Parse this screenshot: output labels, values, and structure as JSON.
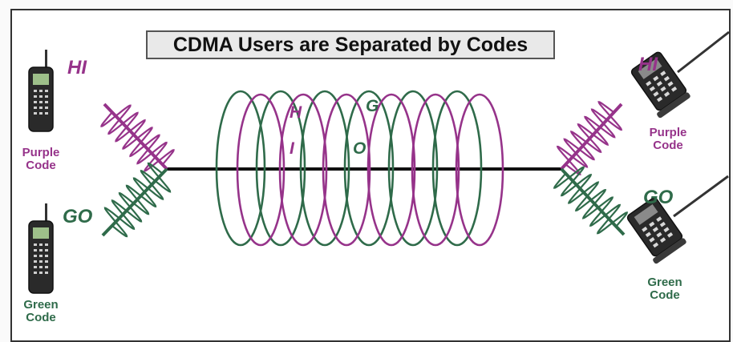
{
  "title": "CDMA Users are Separated by Codes",
  "colors": {
    "purple": "#96338a",
    "green": "#2f6b4a",
    "link": "#111111"
  },
  "left": {
    "purple_phone": {
      "message": "HI",
      "code_line1": "Purple",
      "code_line2": "Code"
    },
    "green_phone": {
      "message": "GO",
      "code_line1": "Green",
      "code_line2": "Code"
    }
  },
  "right": {
    "purple_phone": {
      "message": "HI",
      "code_line1": "Purple",
      "code_line2": "Code"
    },
    "green_phone": {
      "message": "GO",
      "code_line1": "Green",
      "code_line2": "Code"
    }
  },
  "channel_letters": {
    "purple_1": "H",
    "purple_2": "I",
    "green_1": "G",
    "green_2": "O"
  },
  "icons": [
    "cell-phone-icon",
    "flip-phone-icon"
  ]
}
